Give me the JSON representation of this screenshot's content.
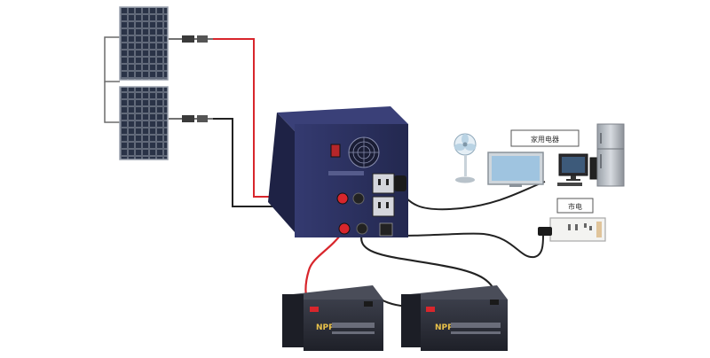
{
  "labels": {
    "appliances": "家用电器",
    "grid": "市电"
  },
  "battery_brand": [
    "NPP",
    "NPP"
  ],
  "colors": {
    "positive_wire": "#d8262c",
    "negative_wire": "#1e1e1e",
    "inverter_body": "#2b2f5e",
    "panel_cell": "#1c2330",
    "battery_body": "#2a2c36"
  }
}
